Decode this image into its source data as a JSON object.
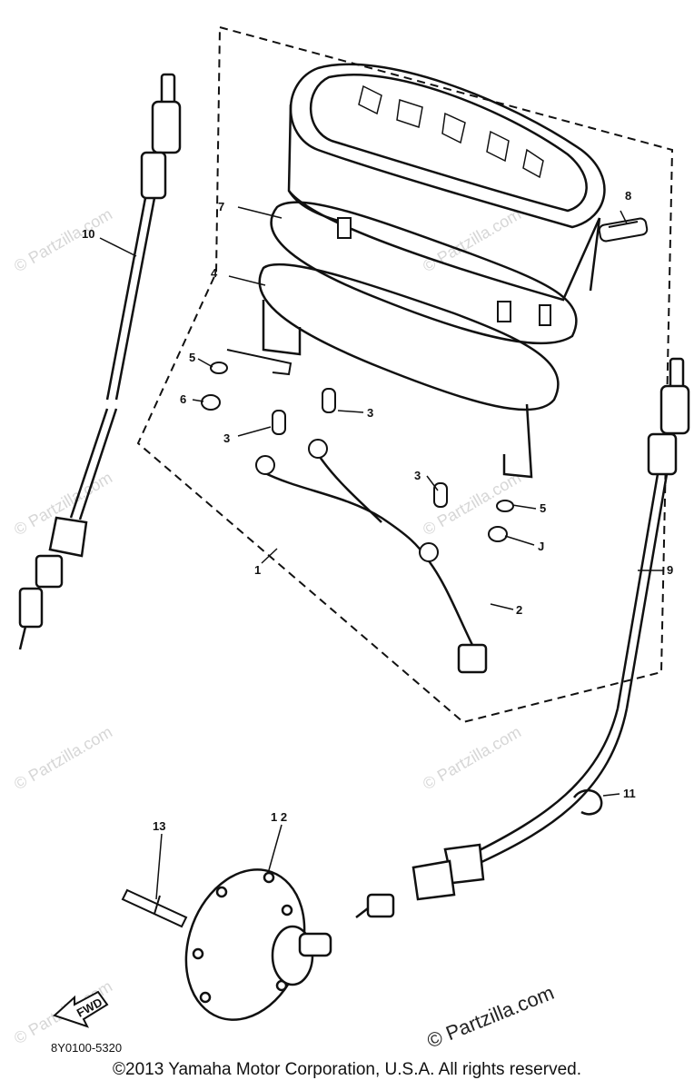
{
  "callouts": [
    {
      "id": "1",
      "label": "1"
    },
    {
      "id": "2",
      "label": "2"
    },
    {
      "id": "3a",
      "label": "3"
    },
    {
      "id": "3b",
      "label": "3"
    },
    {
      "id": "3c",
      "label": "3"
    },
    {
      "id": "4",
      "label": "4"
    },
    {
      "id": "5a",
      "label": "5"
    },
    {
      "id": "5b",
      "label": "5"
    },
    {
      "id": "6a",
      "label": "6"
    },
    {
      "id": "6b",
      "label": "J"
    },
    {
      "id": "7",
      "label": "7"
    },
    {
      "id": "8",
      "label": "8"
    },
    {
      "id": "9",
      "label": "9"
    },
    {
      "id": "10",
      "label": "10"
    },
    {
      "id": "11",
      "label": "11"
    },
    {
      "id": "12",
      "label": "1 2"
    },
    {
      "id": "13",
      "label": "13"
    }
  ],
  "front_arrow_label": "FWD",
  "diagram_code": "8Y0100-5320",
  "watermark_text": "© Partzilla.com",
  "copyright": "©2013  Yamaha Motor Corporation, U.S.A. All rights reserved.",
  "colors": {
    "ink": "#111111",
    "watermark": "#d6d6d6",
    "background": "#ffffff"
  }
}
